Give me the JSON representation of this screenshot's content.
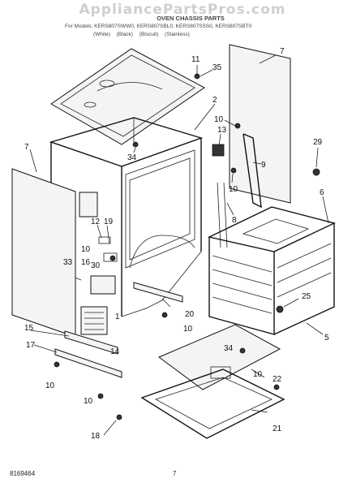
{
  "header": {
    "watermark": "AppliancePartsPros.com",
    "title": "OVEN CHASSIS PARTS",
    "models": "For Models: KERS807SWW0, KERS807SBL0, KERS807SSS0, KERS807SBT0",
    "colors": "(White)  (Black)  (Biscuit)  (Stainless)"
  },
  "callouts": [
    "7",
    "11",
    "35",
    "7",
    "2",
    "10",
    "13",
    "34",
    "29",
    "9",
    "10",
    "6",
    "8",
    "12",
    "19",
    "10",
    "16",
    "30",
    "33",
    "20",
    "25",
    "1",
    "10",
    "15",
    "14",
    "17",
    "5",
    "34",
    "22",
    "10",
    "10",
    "10",
    "18",
    "21"
  ],
  "footer": {
    "code": "8169464",
    "page": "7"
  }
}
